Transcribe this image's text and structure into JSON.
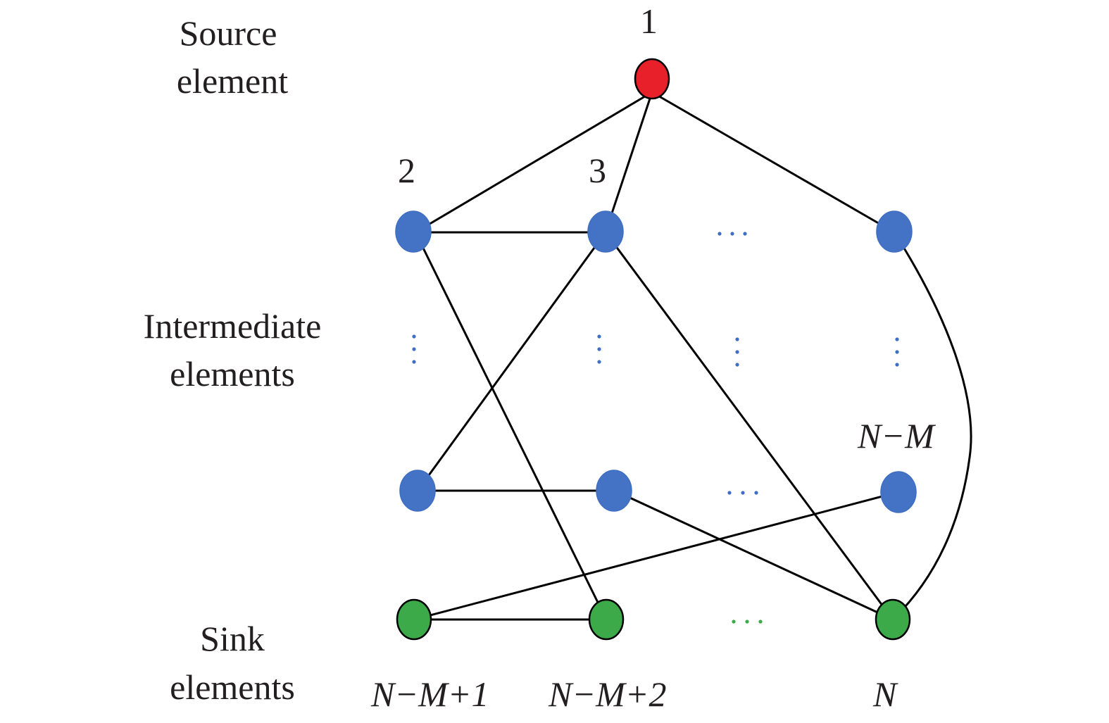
{
  "row_labels": {
    "source": [
      "Source",
      "element"
    ],
    "intermediate": [
      "Intermediate",
      "elements"
    ],
    "sink": [
      "Sink",
      "elements"
    ]
  },
  "node_labels": {
    "source": "1",
    "first_intermediate": "2",
    "second_intermediate": "3",
    "last_intermediate": "N−M",
    "sink_first": "N−M+1",
    "sink_second": "N−M+2",
    "sink_last": "N"
  },
  "colors": {
    "source_node": "#e8202a",
    "intermediate_node": "#4472c4",
    "sink_node": "#3caa49",
    "edge": "#000000",
    "ellipsis_intermediate": "#3f6fc2",
    "ellipsis_sink": "#3caa49"
  }
}
